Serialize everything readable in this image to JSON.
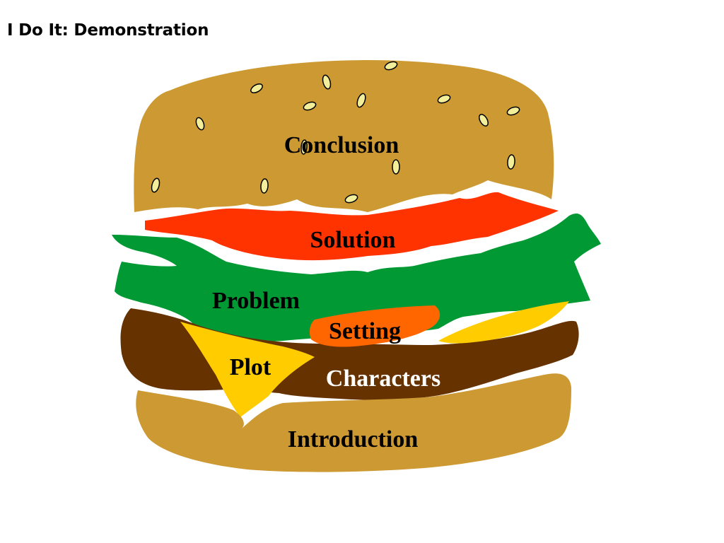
{
  "slide": {
    "title": "I Do It:  Demonstration"
  },
  "diagram": {
    "layers": {
      "top_bun": {
        "label": "Conclusion",
        "color": "#cc9933"
      },
      "tomato": {
        "label": "Solution",
        "color": "#ff3300"
      },
      "lettuce": {
        "label": "Problem",
        "color": "#009933"
      },
      "pickle": {
        "label": "Setting",
        "color": "#ff6600"
      },
      "cheese": {
        "label": "Plot",
        "color": "#ffcc00"
      },
      "patty": {
        "label": "Characters",
        "color": "#663300"
      },
      "bottom_bun": {
        "label": "Introduction",
        "color": "#cc9933"
      }
    },
    "seed_color": "#f2ee99"
  }
}
